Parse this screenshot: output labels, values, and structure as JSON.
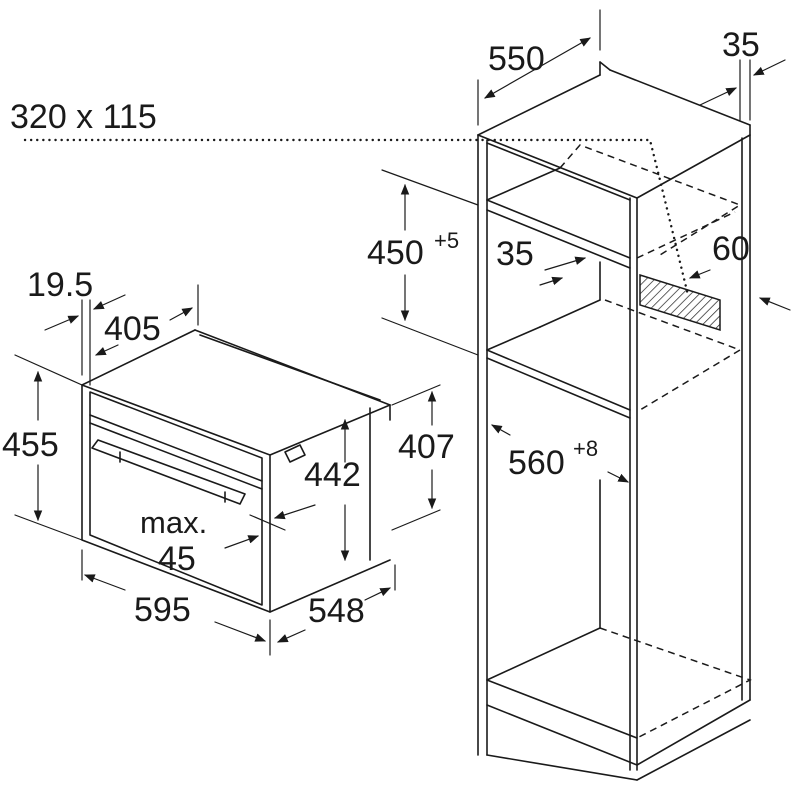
{
  "dimensions": {
    "vent_opening": "320 x 115",
    "cabinet_width": "550",
    "cabinet_side_gap": "35",
    "niche_height": "450",
    "niche_height_tolerance": "+5",
    "shelf_inset": "35",
    "vent_depth": "60",
    "niche_depth": "560",
    "niche_depth_tolerance": "+8",
    "front_panel_offset": "19.5",
    "appliance_depth": "405",
    "appliance_height": "455",
    "appliance_body_height": "442",
    "appliance_niche_height": "407",
    "door_gap_label": "max.",
    "door_gap_value": "45",
    "appliance_width": "595",
    "appliance_body_depth": "548"
  }
}
